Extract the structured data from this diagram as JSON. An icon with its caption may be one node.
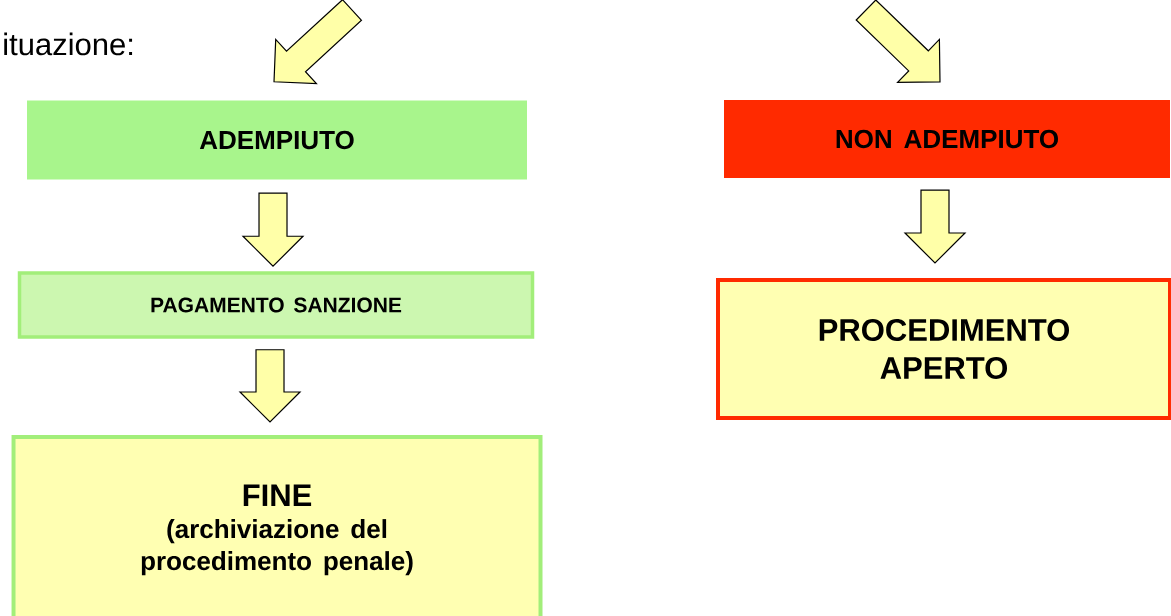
{
  "diagram": {
    "nodes": [
      {
        "text": [
          "ADEMPIUTO"
        ]
      },
      {
        "text": [
          "NON ADEMPIUTO"
        ]
      },
      {
        "text": [
          "PAGAMENTO SANZIONE"
        ]
      },
      {
        "text": [
          "FINE",
          "(archiviazione del procedimento penale)"
        ]
      },
      {
        "text": [
          "PROCEDIMENTO APERTO"
        ]
      }
    ],
    "edges": [
      {
        "from": null,
        "to": 0,
        "arrow": "to"
      },
      {
        "from": null,
        "to": 1,
        "arrow": "to"
      },
      {
        "from": 0,
        "to": 2,
        "arrow": "to"
      },
      {
        "from": 2,
        "to": 3,
        "arrow": "to"
      },
      {
        "from": 1,
        "to": 4,
        "arrow": "to"
      }
    ],
    "labels": [
      "ituazione:"
    ]
  }
}
